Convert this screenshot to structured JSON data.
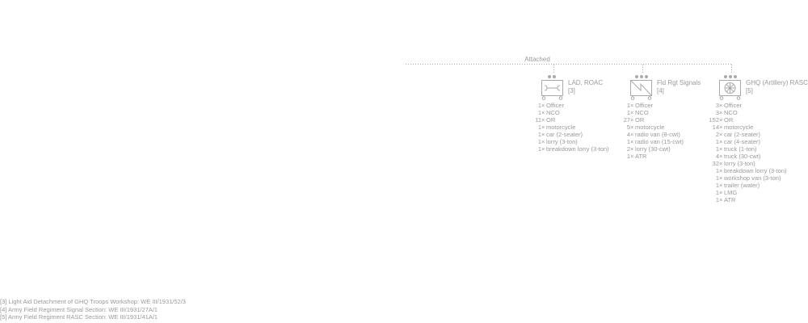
{
  "attached_label": "Attached",
  "units": [
    {
      "name": "LAD, ROAC",
      "ref": "[3]",
      "icon": "wrench-icon",
      "equipment": [
        {
          "qty": "1",
          "item": "Officer"
        },
        {
          "qty": "1",
          "item": "NCO"
        },
        {
          "qty": "11",
          "item": "OR"
        },
        {
          "qty": "1",
          "item": "motorcycle"
        },
        {
          "qty": "1",
          "item": "car (2-seater)"
        },
        {
          "qty": "1",
          "item": "lorry (3-ton)"
        },
        {
          "qty": "1",
          "item": "breakdown lorry (3-ton)"
        }
      ]
    },
    {
      "name": "Fld Rgt Signals",
      "ref": "[4]",
      "icon": "signals-lightning-icon",
      "equipment": [
        {
          "qty": "1",
          "item": "Officer"
        },
        {
          "qty": "1",
          "item": "NCO"
        },
        {
          "qty": "27",
          "item": "OR"
        },
        {
          "qty": "5",
          "item": "motorcycle"
        },
        {
          "qty": "4",
          "item": "radio van (8-cwt)"
        },
        {
          "qty": "1",
          "item": "radio van (15-cwt)"
        },
        {
          "qty": "2",
          "item": "lorry (30-cwt)"
        },
        {
          "qty": "1",
          "item": "ATR"
        }
      ]
    },
    {
      "name": "GHQ (Artillery) RASC",
      "ref": "[5]",
      "icon": "supply-wheel-icon",
      "equipment": [
        {
          "qty": "3",
          "item": "Officer"
        },
        {
          "qty": "3",
          "item": "NCO"
        },
        {
          "qty": "152",
          "item": "OR"
        },
        {
          "qty": "14",
          "item": "motorcycle"
        },
        {
          "qty": "2",
          "item": "car (2-seater)"
        },
        {
          "qty": "1",
          "item": "car (4-seater)"
        },
        {
          "qty": "1",
          "item": "truck (1-ton)"
        },
        {
          "qty": "4",
          "item": "truck (30-cwt)"
        },
        {
          "qty": "32",
          "item": "lorry (3-ton)"
        },
        {
          "qty": "1",
          "item": "breakdown lorry (3-ton)"
        },
        {
          "qty": "1",
          "item": "workshop van (3-ton)"
        },
        {
          "qty": "1",
          "item": "trailer (water)"
        },
        {
          "qty": "1",
          "item": "LMG"
        },
        {
          "qty": "1",
          "item": "ATR"
        }
      ]
    }
  ],
  "footnotes": [
    "[3] Light Aid Detachment of GHQ Troops Workshop: WE III/1931/52/3",
    "[4] Army Field Regiment Signal Section: WE III/1931/27A/1",
    "[5] Army Field Regiment RASC Section: WE III/1931/41A/1"
  ],
  "mult_symbol": "×"
}
